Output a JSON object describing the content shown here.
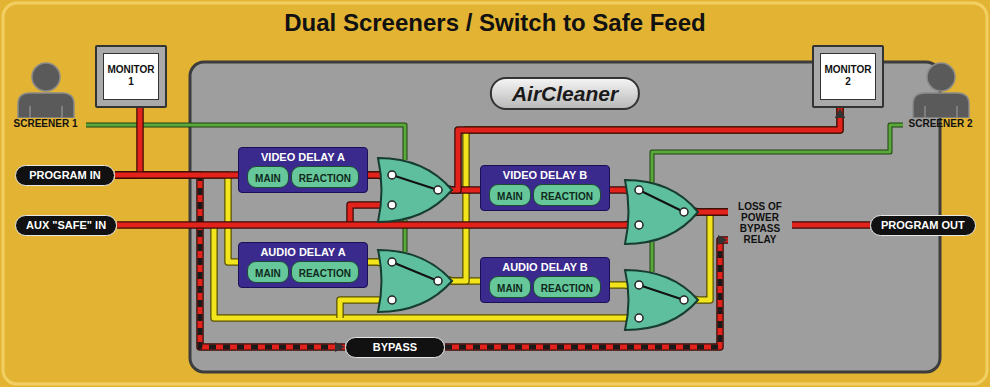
{
  "diagram": {
    "title": "Dual Screeners / Switch to Safe Feed",
    "nodes": [
      {
        "text": [
          "SCREENER 1"
        ]
      },
      {
        "text": [
          "MONITOR 1"
        ]
      },
      {
        "text": [
          "MONITOR 2"
        ]
      },
      {
        "text": [
          "SCREENER 2"
        ]
      },
      {
        "text": [
          "PROGRAM IN"
        ]
      },
      {
        "text": [
          "AUX \"SAFE\" IN"
        ]
      },
      {
        "text": [
          "AirCleaner"
        ]
      },
      {
        "text": [
          "VIDEO DELAY A"
        ],
        "in": 6
      },
      {
        "text": [
          "MAIN"
        ],
        "in": 7
      },
      {
        "text": [
          "REACTION"
        ],
        "in": 7
      },
      {
        "text": [
          "AUDIO DELAY A"
        ],
        "in": 6
      },
      {
        "text": [
          "MAIN"
        ],
        "in": 10
      },
      {
        "text": [
          "REACTION"
        ],
        "in": 10
      },
      {
        "text": [
          "VIDEO DELAY B"
        ],
        "in": 6
      },
      {
        "text": [
          "MAIN"
        ],
        "in": 13
      },
      {
        "text": [
          "REACTION"
        ],
        "in": 13
      },
      {
        "text": [
          "AUDIO DELAY B"
        ],
        "in": 6
      },
      {
        "text": [
          "MAIN"
        ],
        "in": 16
      },
      {
        "text": [
          "REACTION"
        ],
        "in": 16
      },
      {
        "text": [
          "LOSS OF POWER BYPASS RELAY"
        ],
        "in": 6
      },
      {
        "text": [
          "BYPASS"
        ],
        "in": 6
      },
      {
        "text": [
          "PROGRAM OUT"
        ]
      }
    ],
    "edges": [
      {
        "from": 4,
        "to": 1,
        "arrow": "none"
      },
      {
        "from": 4,
        "to": 7,
        "arrow": "none"
      },
      {
        "from": 4,
        "to": 10,
        "arrow": "none"
      },
      {
        "from": 4,
        "to": 20,
        "arrow": "to"
      },
      {
        "from": 20,
        "to": 19,
        "arrow": "to"
      },
      {
        "from": 7,
        "to": 13,
        "arrow": "none"
      },
      {
        "from": 7,
        "to": 2,
        "arrow": "to"
      },
      {
        "from": 10,
        "to": 16,
        "arrow": "none"
      },
      {
        "from": 10,
        "to": 2,
        "arrow": "to"
      },
      {
        "from": 13,
        "to": 19,
        "arrow": "none"
      },
      {
        "from": 16,
        "to": 19,
        "arrow": "none"
      },
      {
        "from": 5,
        "to": 19,
        "arrow": "none"
      },
      {
        "from": 19,
        "to": 21,
        "arrow": "none"
      }
    ]
  }
}
